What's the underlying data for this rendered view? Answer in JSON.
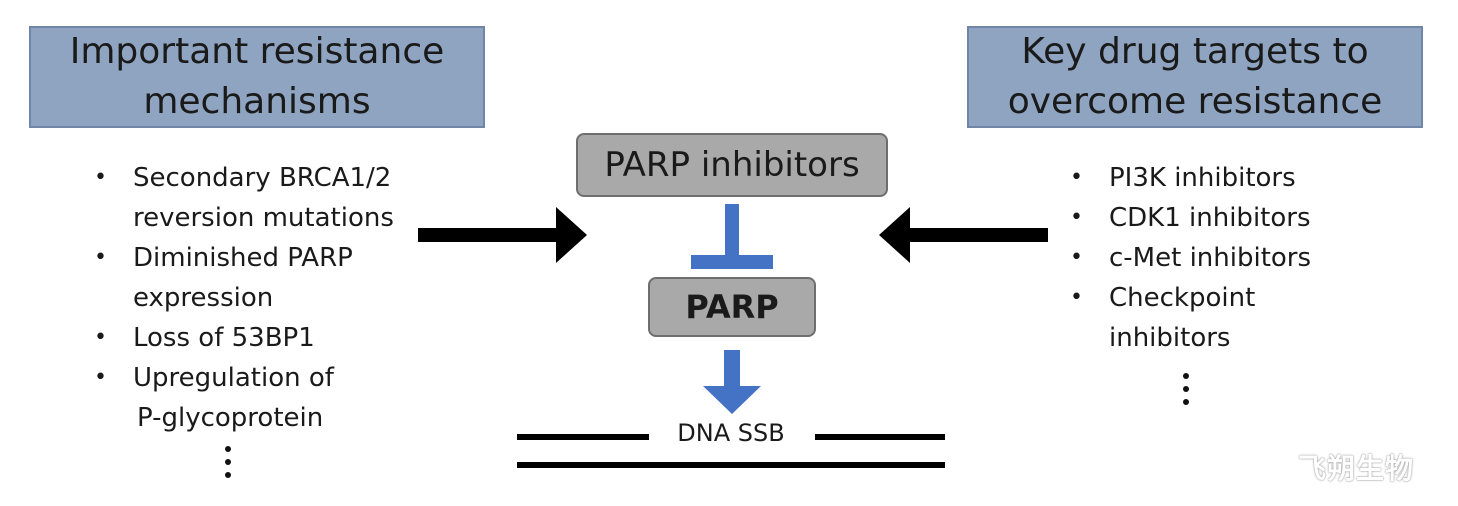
{
  "left_panel": {
    "header_line1": "Important resistance",
    "header_line2": "mechanisms",
    "items": [
      {
        "line1": "Secondary BRCA1/2",
        "line2": "reversion mutations"
      },
      {
        "line1": "Diminished PARP",
        "line2": "expression"
      },
      {
        "line1": "Loss of 53BP1",
        "line2": ""
      },
      {
        "line1": "Upregulation of",
        "line2": "P-glycoprotein"
      }
    ]
  },
  "right_panel": {
    "header_line1": "Key drug targets to",
    "header_line2": "overcome resistance",
    "items": [
      {
        "line1": "PI3K inhibitors",
        "line2": ""
      },
      {
        "line1": "CDK1 inhibitors",
        "line2": ""
      },
      {
        "line1": "c-Met inhibitors",
        "line2": ""
      },
      {
        "line1": "Checkpoint",
        "line2": "inhibitors"
      }
    ]
  },
  "center": {
    "parp_inhibitors_label": "PARP inhibitors",
    "parp_label": "PARP",
    "dna_label": "DNA SSB"
  },
  "colors": {
    "header_fill": "#8ea4c1",
    "box_fill": "#a9a9a9",
    "blue_arrow": "#4472c4",
    "black_arrow": "#000000"
  },
  "watermark": "飞朔生物"
}
